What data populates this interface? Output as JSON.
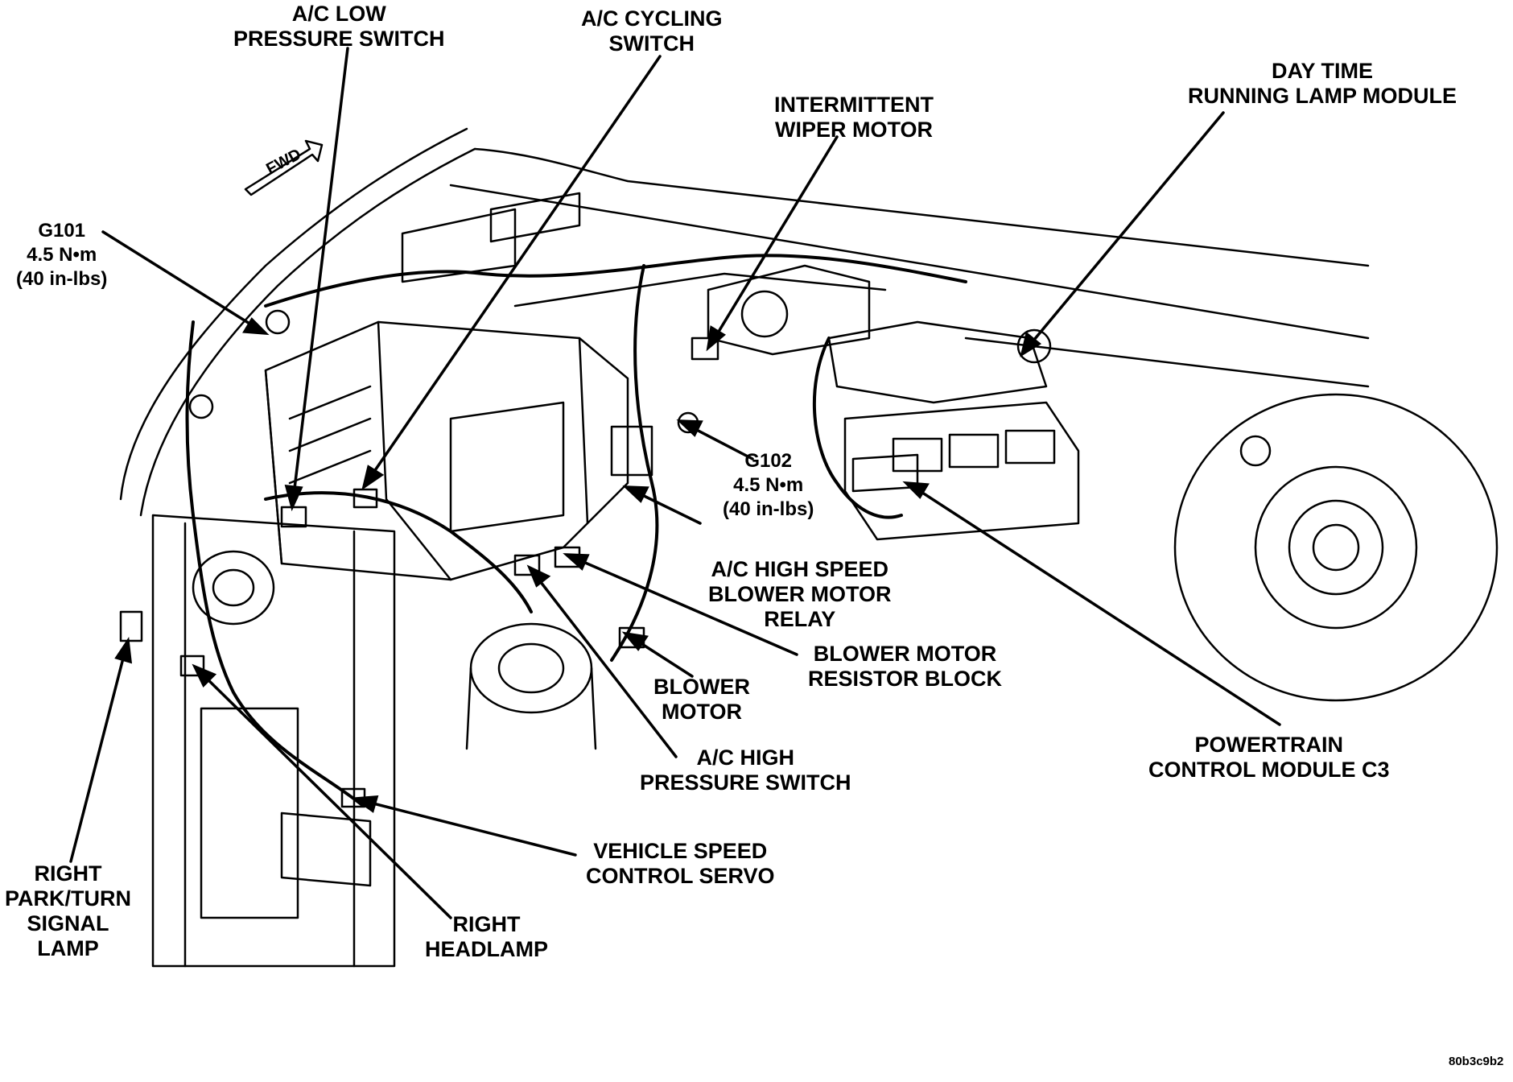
{
  "labels": {
    "ac_low_pressure_switch": [
      "A/C LOW",
      "PRESSURE SWITCH"
    ],
    "ac_cycling_switch": [
      "A/C CYCLING",
      "SWITCH"
    ],
    "intermittent_wiper_motor": [
      "INTERMITTENT",
      "WIPER MOTOR"
    ],
    "day_time_running_lamp_module": [
      "DAY TIME",
      "RUNNING LAMP MODULE"
    ],
    "g101": [
      "G101",
      "4.5 N•m",
      "(40 in-lbs)"
    ],
    "g102": [
      "G102",
      "4.5 N•m",
      "(40 in-lbs)"
    ],
    "ac_high_speed_blower_motor_relay": [
      "A/C HIGH SPEED",
      "BLOWER MOTOR",
      "RELAY"
    ],
    "blower_motor_resistor_block": [
      "BLOWER MOTOR",
      "RESISTOR BLOCK"
    ],
    "blower_motor": [
      "BLOWER",
      "MOTOR"
    ],
    "ac_high_pressure_switch": [
      "A/C HIGH",
      "PRESSURE SWITCH"
    ],
    "powertrain_control_module_c3": [
      "POWERTRAIN",
      "CONTROL MODULE C3"
    ],
    "vehicle_speed_control_servo": [
      "VEHICLE SPEED",
      "CONTROL SERVO"
    ],
    "right_park_turn_signal_lamp": [
      "RIGHT",
      "PARK/TURN",
      "SIGNAL",
      "LAMP"
    ],
    "right_headlamp": [
      "RIGHT",
      "HEADLAMP"
    ]
  },
  "fwd_marker": "FWD",
  "figure_code": "80b3c9b2"
}
